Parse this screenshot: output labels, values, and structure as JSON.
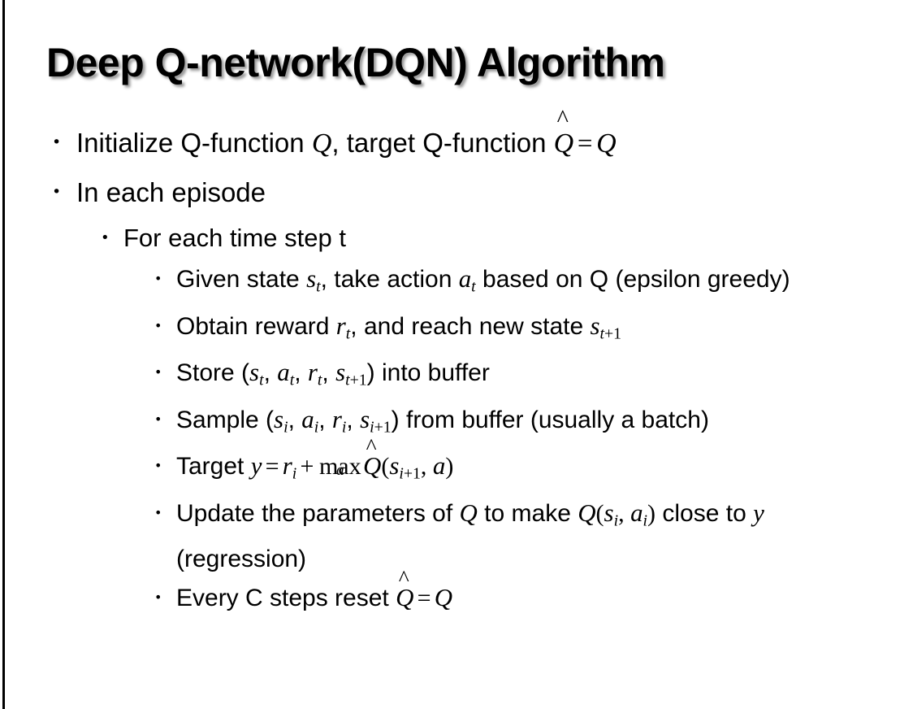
{
  "slide": {
    "title": "Deep Q-network(DQN) Algorithm",
    "background_color": "#ffffff",
    "text_color": "#000000",
    "bullet_glyph": "•"
  },
  "content": {
    "l1_initialize": {
      "pre": "Initialize Q-function ",
      "q1": "Q",
      "mid": ", target Q-function ",
      "qhat": "Q",
      "hat": "^",
      "eq": "=",
      "q2": "Q"
    },
    "l1_in_each_episode": "In each episode",
    "l2_for_each_time_step": "For each time step t",
    "l3_given_state": {
      "p1": "Given state ",
      "s": "s",
      "s_sub": "t",
      "p2": ", take action ",
      "a": "a",
      "a_sub": "t",
      "p3": " based on Q (epsilon greedy)"
    },
    "l3_obtain_reward": {
      "p1": "Obtain reward ",
      "r": "r",
      "r_sub": "t",
      "p2": ", and reach new state ",
      "s": "s",
      "s_sub_i": "t",
      "s_sub_n": "+1"
    },
    "l3_store": {
      "p1": "Store (",
      "s1": "s",
      "s1_sub": "t",
      "c1": ", ",
      "a1": "a",
      "a1_sub": "t",
      "c2": ", ",
      "r1": "r",
      "r1_sub": "t",
      "c3": ", ",
      "s2": "s",
      "s2_sub_i": "t",
      "s2_sub_n": "+1",
      "p2": ") into buffer"
    },
    "l3_sample": {
      "p1": "Sample (",
      "s1": "s",
      "s1_sub": "i",
      "c1": ", ",
      "a1": "a",
      "a1_sub": "i",
      "c2": ", ",
      "r1": "r",
      "r1_sub": "i",
      "c3": ", ",
      "s2": "s",
      "s2_sub_i": "i",
      "s2_sub_n": "+1",
      "p2": ") from buffer (usually a batch)"
    },
    "l3_target": {
      "p1": "Target ",
      "y": "y",
      "eq": "=",
      "r": "r",
      "r_sub": "i",
      "plus": "+",
      "max": "max",
      "max_lim": "a",
      "qhat": "Q",
      "hat": "^",
      "open": "(",
      "s": "s",
      "s_sub_i": "i",
      "s_sub_n": "+1",
      "comma": ", ",
      "a": "a",
      "close": ")"
    },
    "l3_update": {
      "p1": "Update the parameters of ",
      "q1": "Q",
      "p2": " to make ",
      "q2": "Q",
      "open": "(",
      "s": "s",
      "s_sub": "i",
      "comma": ", ",
      "a": "a",
      "a_sub": "i",
      "close": ")",
      "p3": " close to ",
      "y": "y",
      "p4": " (regression)"
    },
    "l3_every_c_steps": {
      "p1": "Every C steps reset ",
      "qhat": "Q",
      "hat": "^",
      "eq": "=",
      "q": "Q"
    }
  }
}
